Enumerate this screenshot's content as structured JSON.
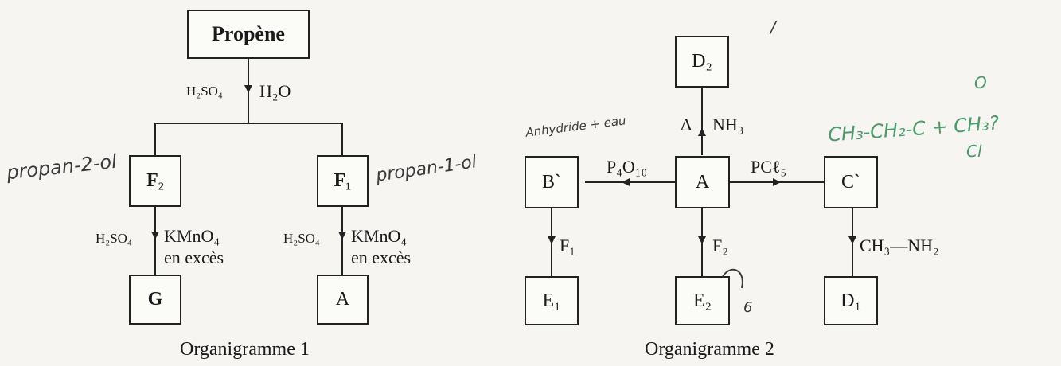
{
  "org1": {
    "propene": "Propène",
    "reagent_h2so4": "H₂SO₄",
    "reagent_h2o": "H₂O",
    "F2": "F₂",
    "F1": "F₁",
    "G": "G",
    "A": "A",
    "left_acid": "H₂SO₄",
    "left_ox_1": "KMnO₄",
    "left_ox_2": "en excès",
    "right_acid": "H₂SO₄",
    "right_ox_1": "KMnO₄",
    "right_ox_2": "en excès",
    "caption": "Organigramme 1"
  },
  "org2": {
    "D2": "D₂",
    "A": "A",
    "B": "B`",
    "C": "C`",
    "E1": "E₁",
    "E2": "E₂",
    "D1": "D₁",
    "delta": "Δ",
    "nh3": "NH₃",
    "p4o10": "P₄O₁₀",
    "pcl5": "PCℓ₅",
    "f1": "F₁",
    "f2": "F₂",
    "ch3nh2": "CH₃—NH₂",
    "caption": "Organigramme 2"
  },
  "handwriting": {
    "propan_2_ol": "propan-2-ol",
    "propan_1_ol": "propan-1-ol",
    "anhydride": "Anhydride + eau",
    "formula": "CH₃-CH₂-C + CH₃?",
    "formula_o": "O",
    "formula_cl": "Cl",
    "e2_mark": "6",
    "stray_mark": "/"
  },
  "colors": {
    "ink": "#222222",
    "handwriting_gray": "#3a3a3a",
    "handwriting_green": "#4a9a6a"
  }
}
